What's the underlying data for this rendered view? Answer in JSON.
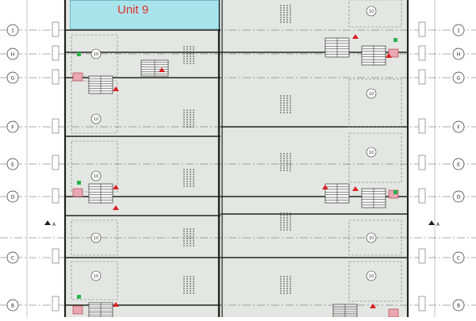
{
  "highlight": {
    "unit_label": "Unit 9",
    "fill_color": "#a9e4ec",
    "label_color": "#e0302a"
  },
  "grid_bubbles_left": [
    "1",
    "H",
    "G",
    "F",
    "E",
    "D",
    "C",
    "B"
  ],
  "grid_bubbles_right": [
    "1",
    "H",
    "G",
    "F",
    "E",
    "D",
    "C",
    "B"
  ],
  "section_marker": "A",
  "room_tag": "10",
  "colors": {
    "floor": "#e3e6e3",
    "wall": "#222222",
    "grid": "#555555",
    "door_marker": "#d92020",
    "equipment_marker": "#2bb34a"
  }
}
